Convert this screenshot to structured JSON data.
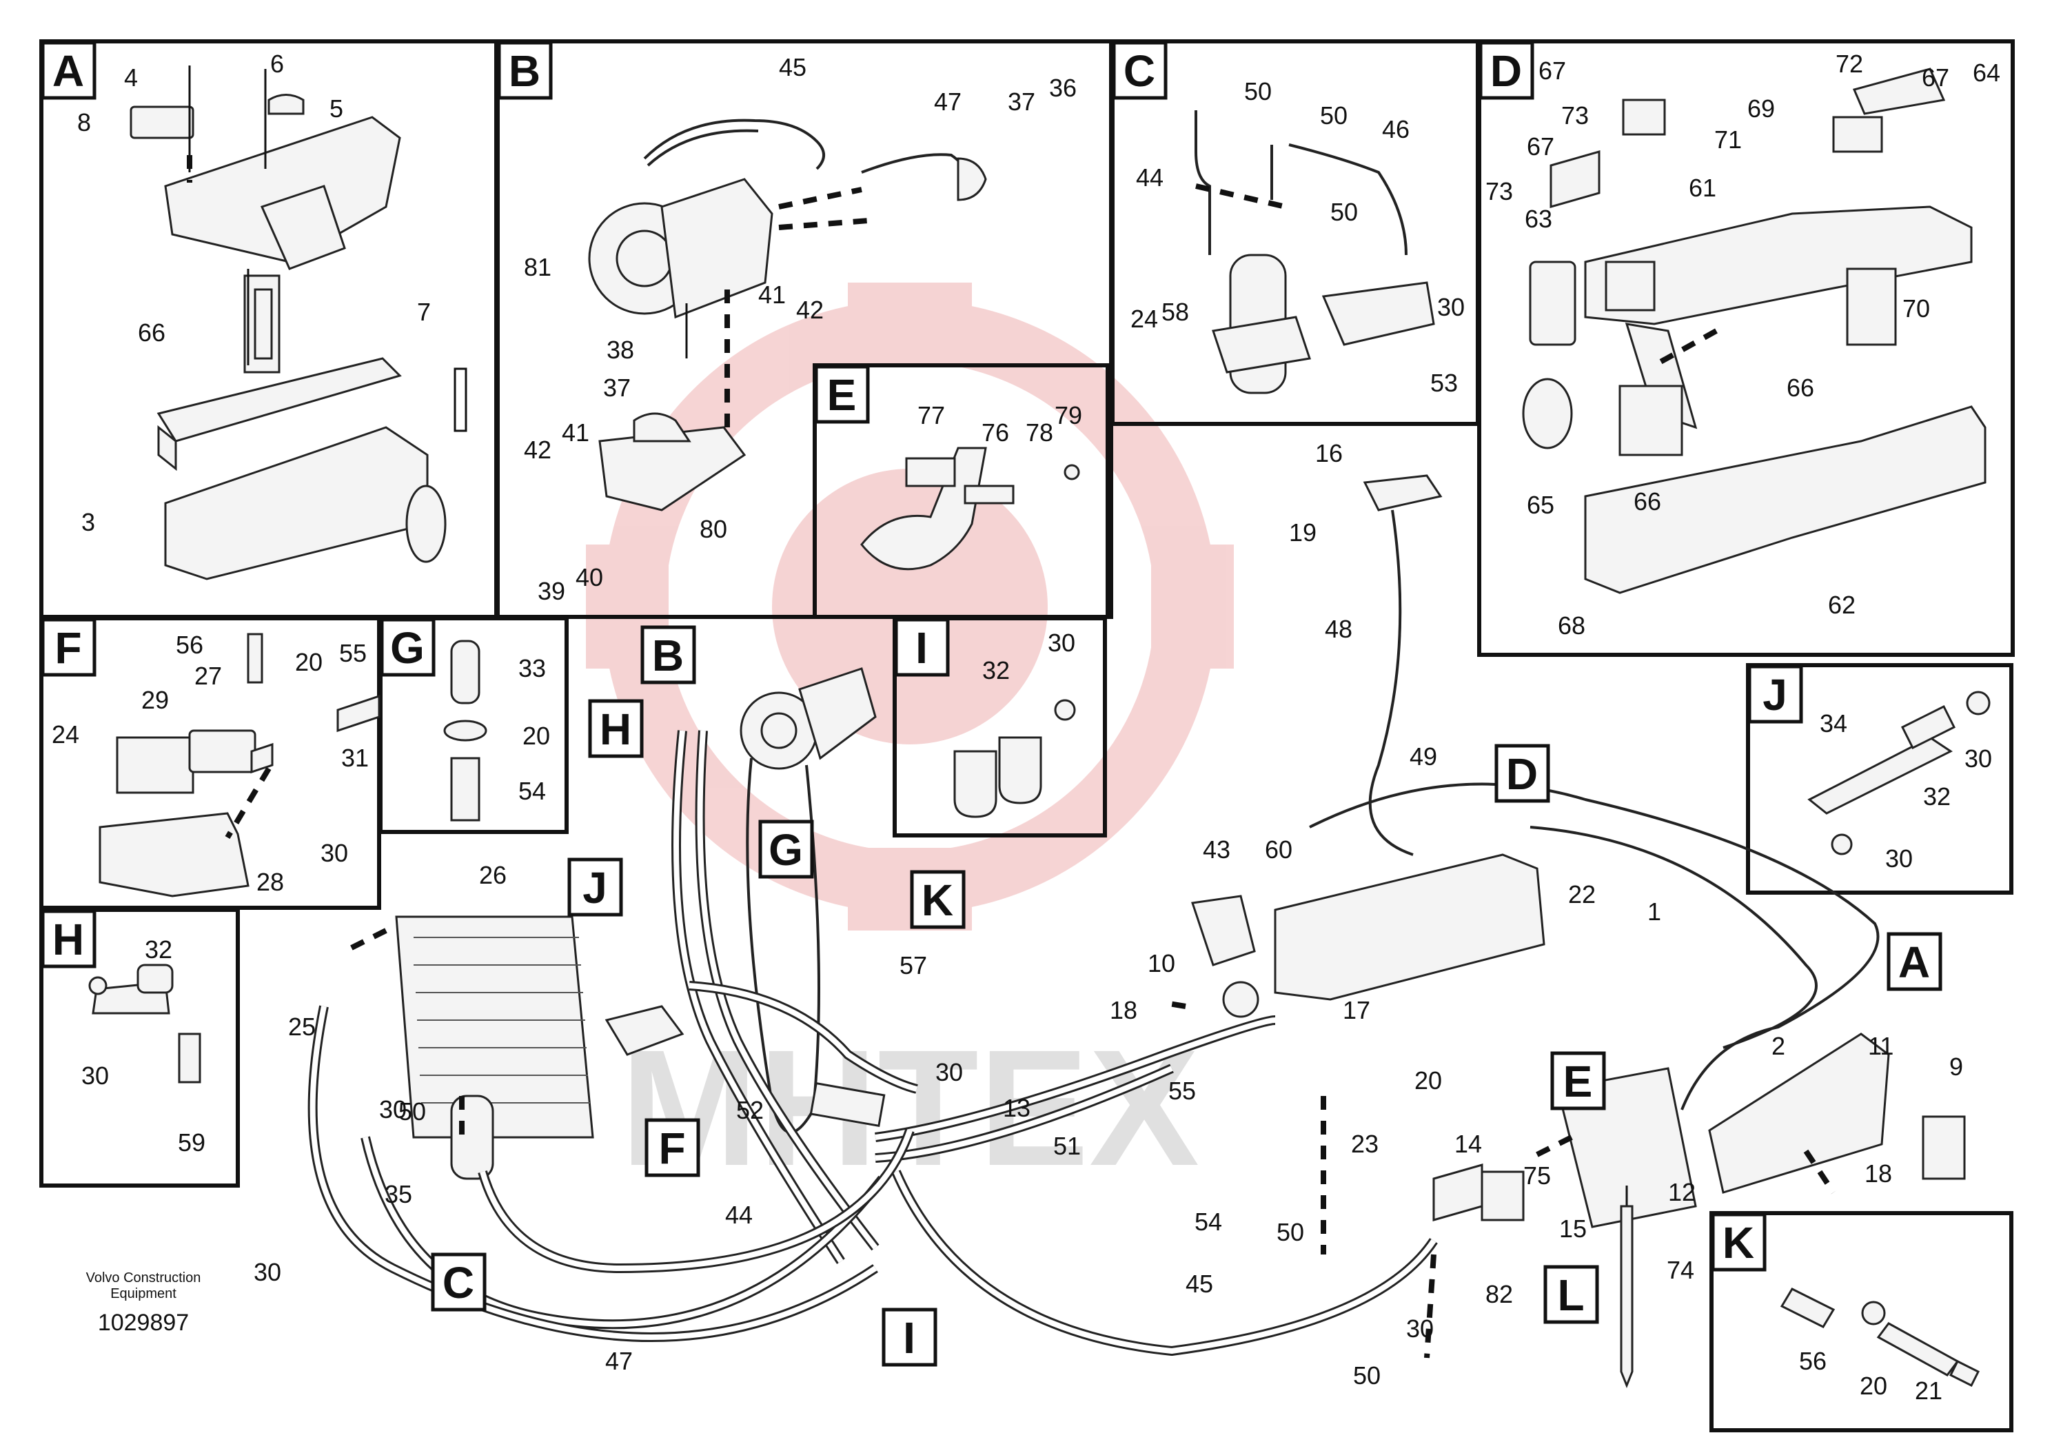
{
  "watermark": {
    "text": "MHTEX",
    "color": "#d63c3c"
  },
  "caption": {
    "company_line1": "Volvo Construction",
    "company_line2": "Equipment",
    "drawing_number": "1029897"
  },
  "detail_boxes": {
    "A": "A",
    "B": "B",
    "C": "C",
    "D": "D",
    "E": "E",
    "F": "F",
    "G": "G",
    "H": "H",
    "I": "I",
    "J": "J",
    "K": "K"
  },
  "main_callouts": {
    "A": "A",
    "B": "B",
    "C": "C",
    "D": "D",
    "E": "E",
    "F": "F",
    "G": "G",
    "H": "H",
    "I": "I",
    "J": "J",
    "K": "K",
    "L": "L"
  },
  "part_numbers": {
    "boxA": [
      "4",
      "6",
      "8",
      "5",
      "66",
      "7",
      "3"
    ],
    "boxB": [
      "45",
      "47",
      "37",
      "36",
      "81",
      "41",
      "42",
      "38",
      "37",
      "42",
      "41",
      "80",
      "39",
      "40"
    ],
    "boxC": [
      "50",
      "50",
      "46",
      "44",
      "50",
      "30",
      "58",
      "24",
      "53"
    ],
    "boxD": [
      "67",
      "72",
      "67",
      "64",
      "73",
      "67",
      "69",
      "71",
      "73",
      "61",
      "63",
      "70",
      "66",
      "65",
      "66",
      "68",
      "62"
    ],
    "boxE": [
      "77",
      "76",
      "78",
      "79"
    ],
    "boxF": [
      "56",
      "20",
      "55",
      "27",
      "29",
      "24",
      "31",
      "30",
      "28"
    ],
    "boxG": [
      "33",
      "20",
      "54"
    ],
    "boxH": [
      "32",
      "30",
      "59"
    ],
    "boxI": [
      "30",
      "32"
    ],
    "boxJ": [
      "34",
      "30",
      "32",
      "30"
    ],
    "boxK": [
      "56",
      "20",
      "21"
    ],
    "main": [
      "16",
      "19",
      "48",
      "49",
      "43",
      "60",
      "22",
      "1",
      "10",
      "18",
      "17",
      "2",
      "11",
      "9",
      "20",
      "14",
      "75",
      "23",
      "12",
      "18",
      "15",
      "50",
      "82",
      "30",
      "74",
      "45",
      "55",
      "54",
      "51",
      "13",
      "30",
      "52",
      "26",
      "25",
      "30",
      "50",
      "35",
      "30",
      "44",
      "47",
      "57",
      "50"
    ]
  }
}
